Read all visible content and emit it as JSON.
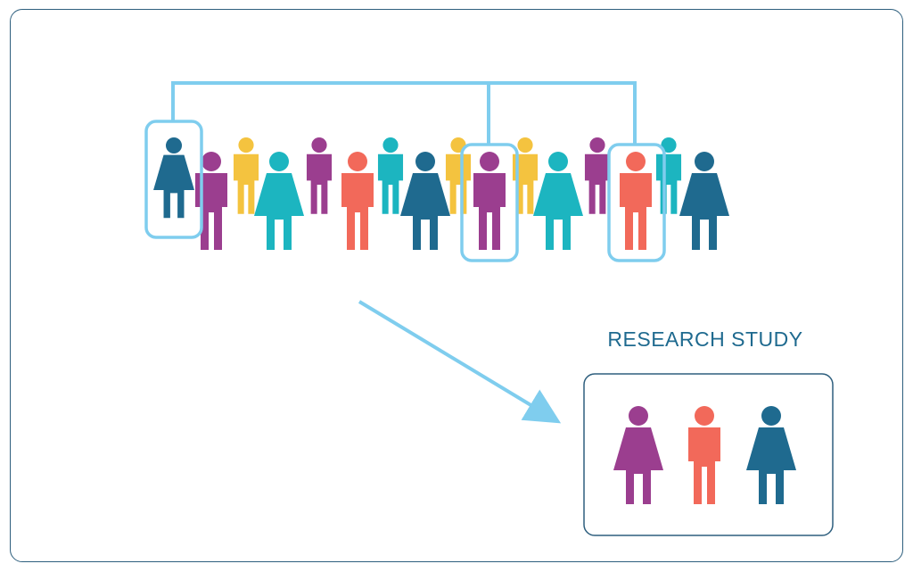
{
  "study": {
    "title": "RESEARCH STUDY"
  },
  "colors": {
    "frame": "#2e5f7e",
    "highlight": "#7fcdee",
    "navy": "#1f6a8f",
    "purple": "#9b3e8f",
    "yellow": "#f4c33f",
    "teal": "#1cb5c0",
    "coral": "#f2695a",
    "title": "#1f6a8f"
  },
  "population": {
    "back_row": [
      "yellow",
      "purple",
      "teal",
      "yellow",
      "yellow",
      "purple",
      "teal"
    ],
    "front_row": [
      {
        "color": "purple",
        "figure": "male"
      },
      {
        "color": "teal",
        "figure": "female"
      },
      {
        "color": "coral",
        "figure": "male"
      },
      {
        "color": "navy",
        "figure": "female"
      },
      {
        "color": "purple",
        "figure": "male"
      },
      {
        "color": "teal",
        "figure": "female"
      },
      {
        "color": "coral",
        "figure": "male"
      },
      {
        "color": "navy",
        "figure": "female"
      }
    ],
    "first_figure": {
      "color": "navy",
      "figure": "female"
    }
  },
  "sample": [
    {
      "color": "purple",
      "figure": "female"
    },
    {
      "color": "coral",
      "figure": "male"
    },
    {
      "color": "navy",
      "figure": "female"
    }
  ]
}
